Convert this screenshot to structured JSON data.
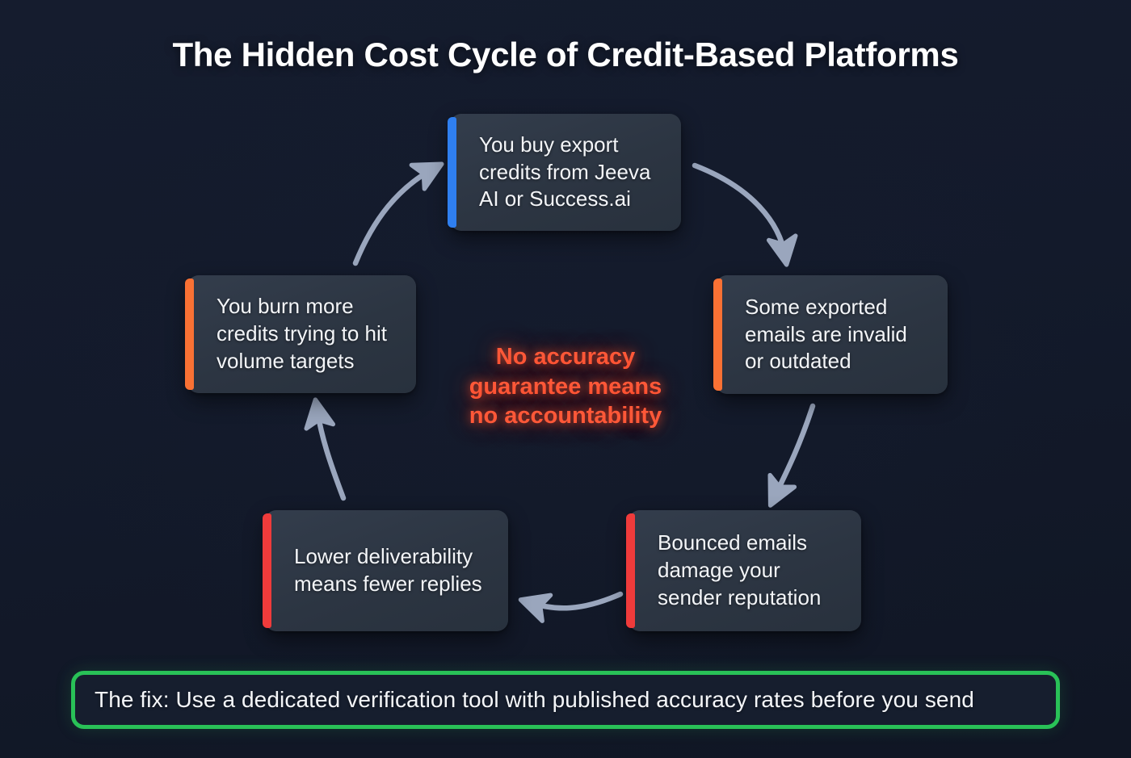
{
  "title": "The Hidden Cost Cycle of Credit-Based Platforms",
  "background_color": "#131a2b",
  "center_note": "No accuracy\nguarantee means\nno accountability",
  "center_note_color": "#ff5838",
  "arrow_color": "#9aa6bd",
  "nodes": [
    {
      "id": "buy-credits",
      "text": "You buy export\ncredits from Jeeva\nAI or Success.ai",
      "accent_color": "#2f7ff0",
      "accent_name": "blue"
    },
    {
      "id": "invalid-emails",
      "text": "Some exported\nemails are invalid\nor outdated",
      "accent_color": "#f97134",
      "accent_name": "orange"
    },
    {
      "id": "sender-reputation",
      "text": "Bounced emails\ndamage your\nsender reputation",
      "accent_color": "#ef3b3b",
      "accent_name": "red"
    },
    {
      "id": "fewer-replies",
      "text": "Lower deliverability\nmeans fewer replies",
      "accent_color": "#ef3b3b",
      "accent_name": "red"
    },
    {
      "id": "burn-credits",
      "text": "You burn more\ncredits trying to hit\nvolume targets",
      "accent_color": "#f97134",
      "accent_name": "orange"
    }
  ],
  "arrows": [
    {
      "id": "arrow-buy-to-invalid",
      "from": "buy-credits",
      "to": "invalid-emails",
      "direction": "clockwise"
    },
    {
      "id": "arrow-invalid-to-reputation",
      "from": "invalid-emails",
      "to": "sender-reputation",
      "direction": "clockwise"
    },
    {
      "id": "arrow-reputation-to-replies",
      "from": "sender-reputation",
      "to": "fewer-replies",
      "direction": "clockwise"
    },
    {
      "id": "arrow-replies-to-burn",
      "from": "fewer-replies",
      "to": "burn-credits",
      "direction": "clockwise"
    },
    {
      "id": "arrow-burn-to-buy",
      "from": "burn-credits",
      "to": "buy-credits",
      "direction": "clockwise"
    }
  ],
  "fix_banner": {
    "text": "The fix: Use a dedicated verification tool with published accuracy rates before you send",
    "border_color": "#29c157"
  }
}
